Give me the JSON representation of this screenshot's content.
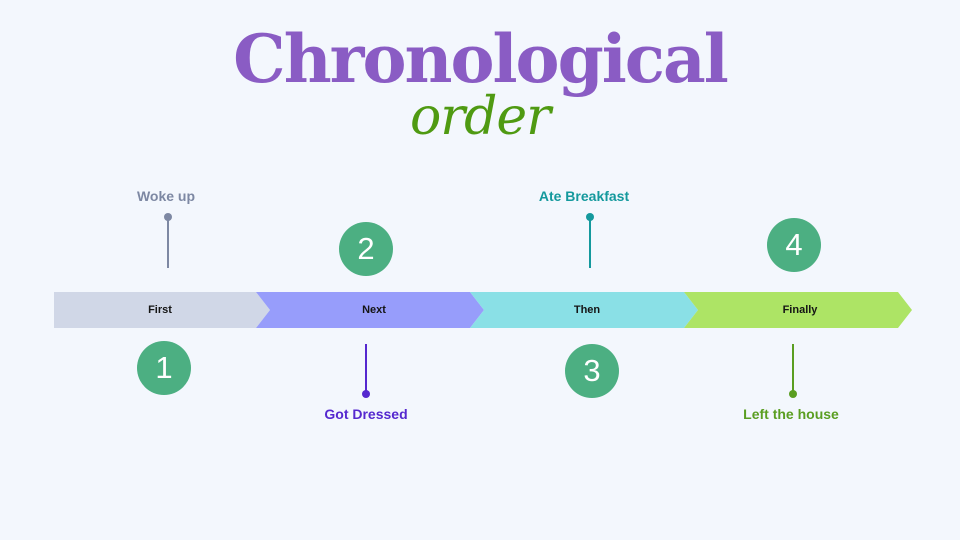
{
  "title": "Chronological",
  "subtitle": "order",
  "stages": [
    {
      "label": "First",
      "color": "#d0d7e7"
    },
    {
      "label": "Next",
      "color": "#979dfb"
    },
    {
      "label": "Then",
      "color": "#8ae0e6"
    },
    {
      "label": "Finally",
      "color": "#ade465"
    }
  ],
  "events": [
    {
      "step": "1",
      "label": "Woke up",
      "color": "#7d88a3"
    },
    {
      "step": "2",
      "label": "Got Dressed",
      "color": "#5528cf"
    },
    {
      "step": "3",
      "label": "Ate Breakfast",
      "color": "#14999d"
    },
    {
      "step": "4",
      "label": "Left the house",
      "color": "#5a9e21"
    }
  ],
  "badge_color": "#4caf82"
}
